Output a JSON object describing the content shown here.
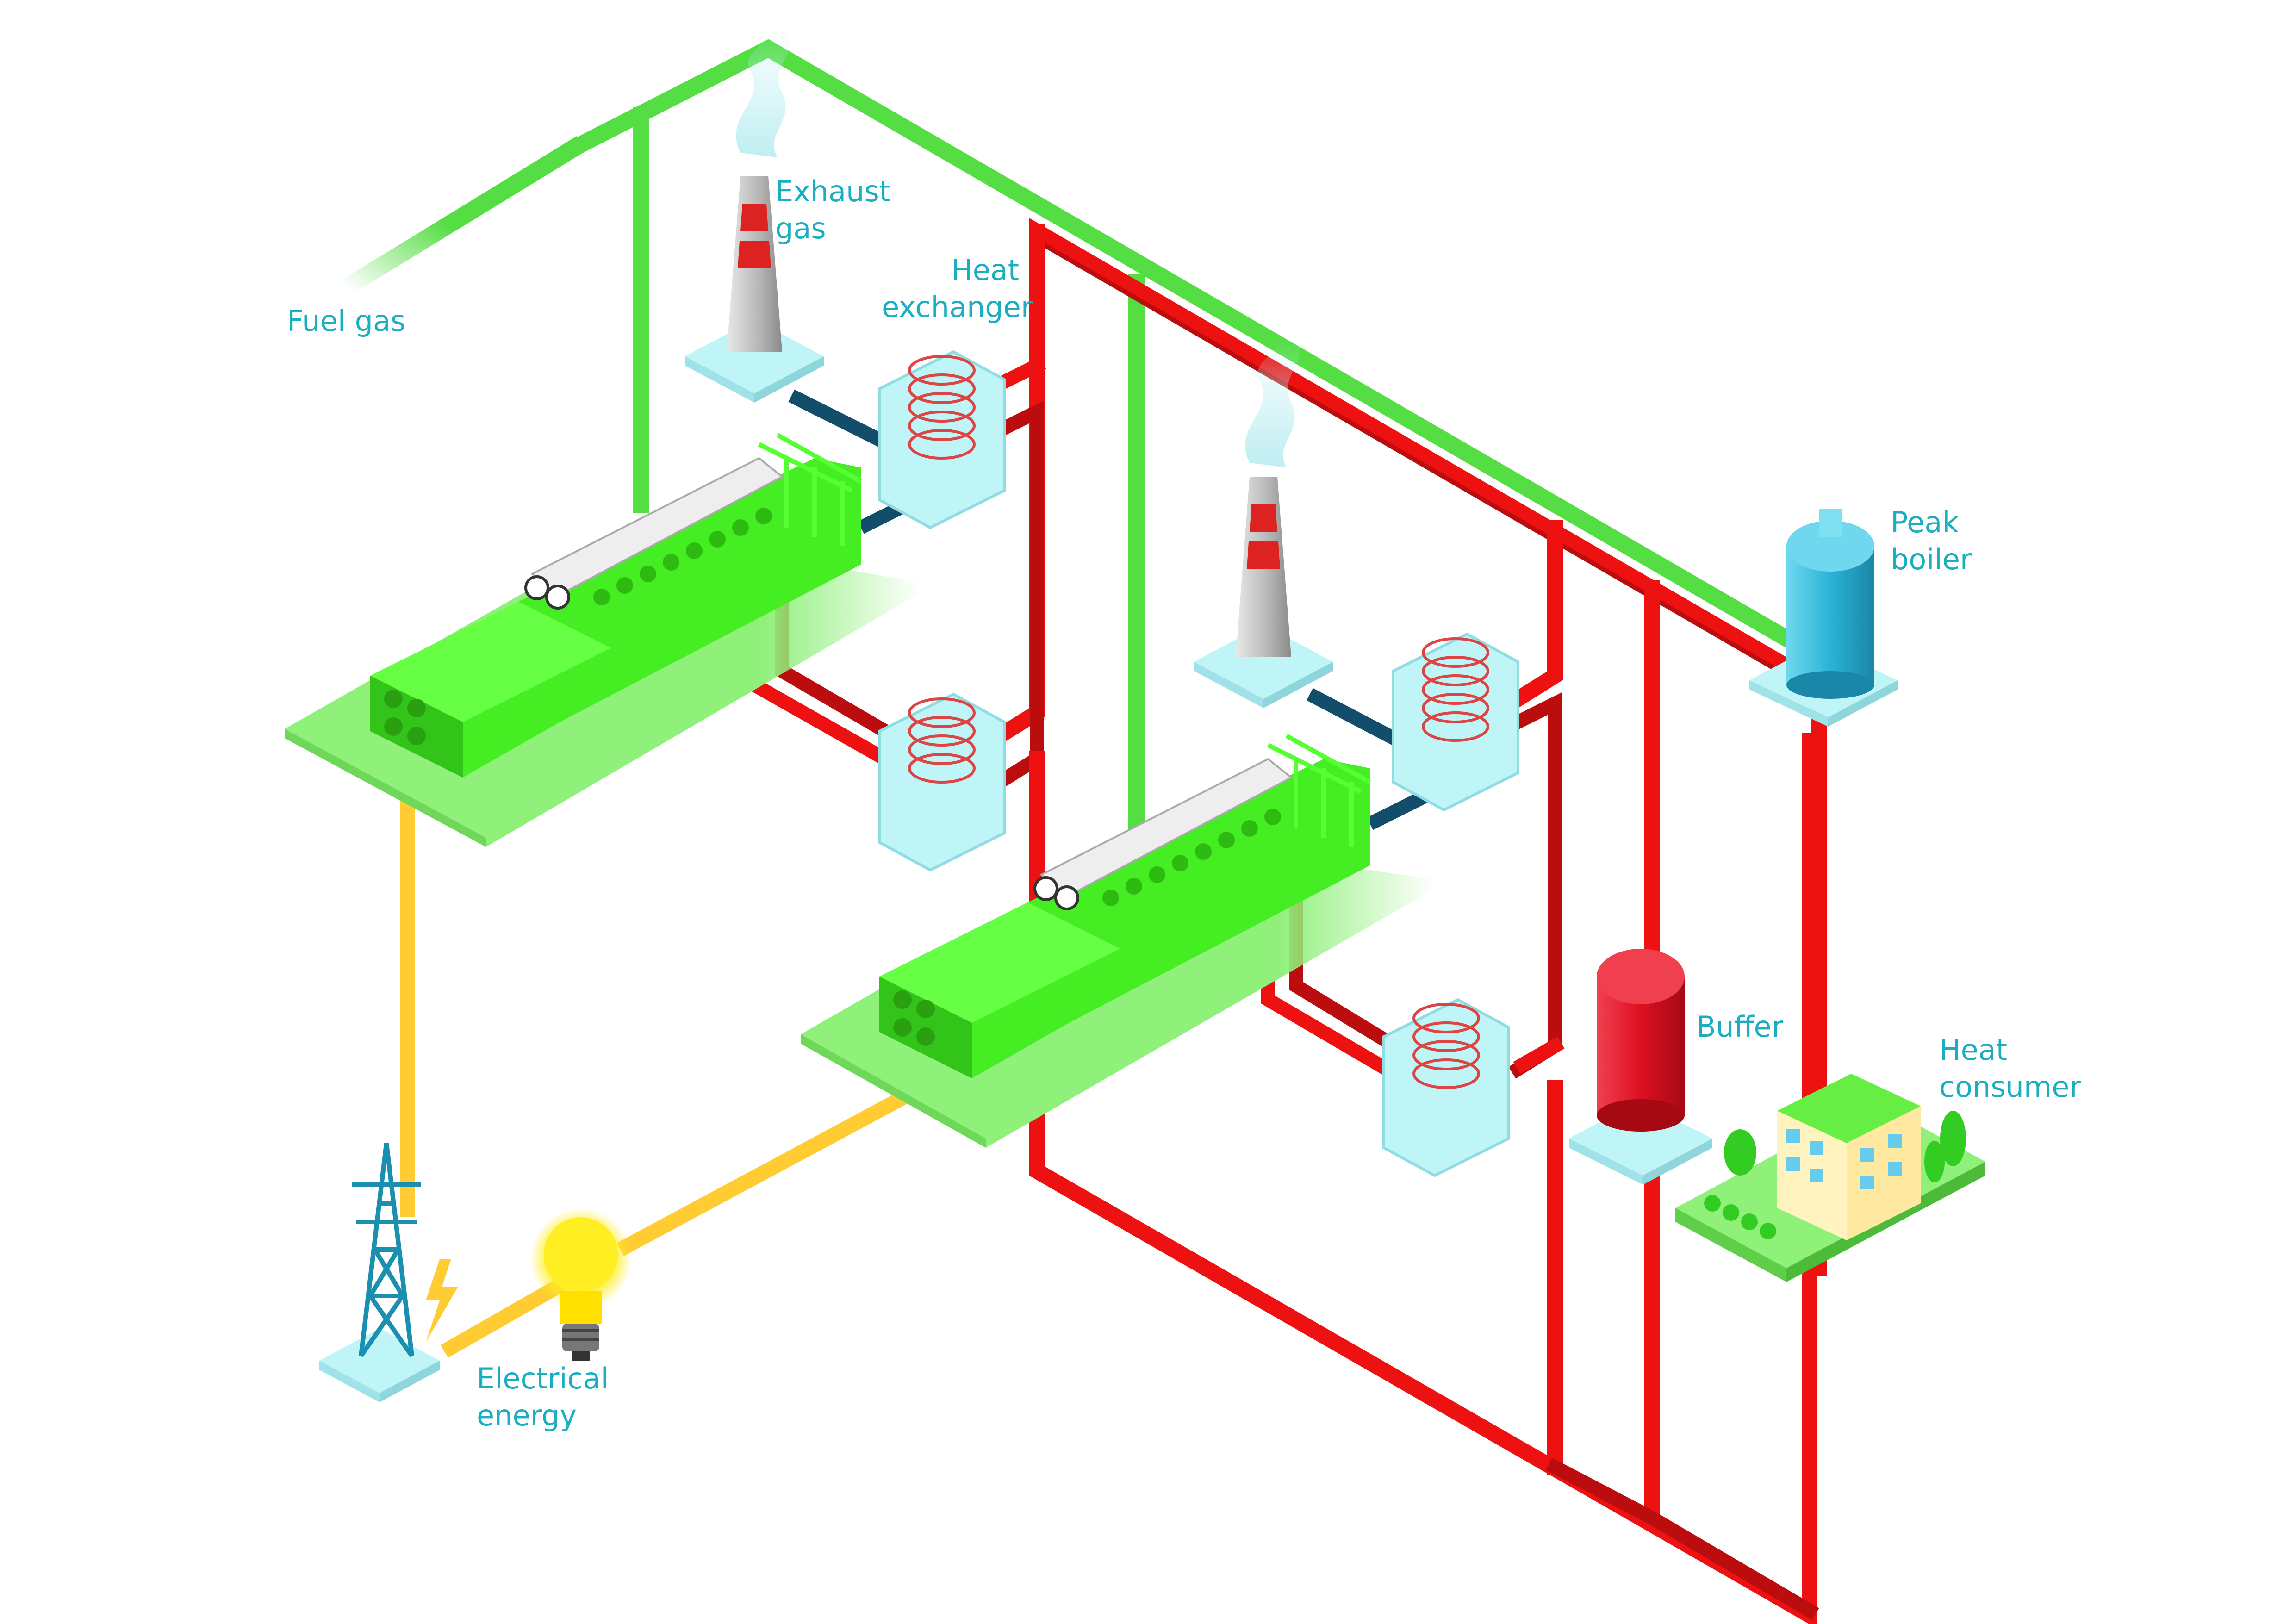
{
  "labels": {
    "fuel_gas": "Fuel gas",
    "exhaust_gas_line1": "Exhaust",
    "exhaust_gas_line2": "gas",
    "heat_exchanger_line1": "Heat",
    "heat_exchanger_line2": "exchanger",
    "peak_boiler_line1": "Peak",
    "peak_boiler_line2": "boiler",
    "buffer": "Buffer",
    "heat_consumer_line1": "Heat",
    "heat_consumer_line2": "consumer",
    "electrical_energy_line1": "Electrical",
    "electrical_energy_line2": "energy"
  },
  "colors": {
    "label_text": "#1aaec0",
    "fuel_gas_pipe": "#55dd44",
    "hot_water_pipe": "#ee1111",
    "return_pipe": "#bb0d0d",
    "exhaust_duct": "#124d6b",
    "electric_line": "#ffcc33",
    "engine": "#44ee22",
    "platform": "#8ff07a",
    "peak_boiler": "#2ab3d6",
    "buffer_tank": "#dd1020",
    "bulb": "#ffee22",
    "heat_exchanger_glass": "#bff5f7",
    "chimney_stripe": "#dd2222"
  }
}
